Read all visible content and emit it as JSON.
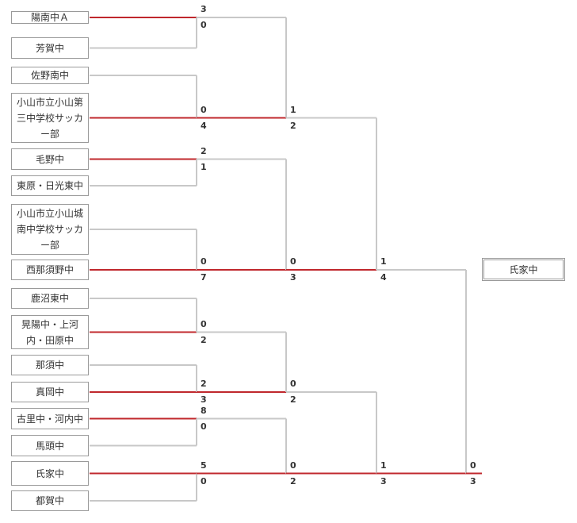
{
  "colors": {
    "winner_line": "#c0282d",
    "loser_line": "#c8c8c8",
    "box_border": "#9a9a9a"
  },
  "teams": [
    "陽南中Ａ",
    "芳賀中",
    "佐野南中",
    "小山市立小山第三中学校サッカー部",
    "毛野中",
    "東原・日光東中",
    "小山市立小山城南中学校サッカー部",
    "西那須野中",
    "鹿沼東中",
    "晃陽中・上河内・田原中",
    "那須中",
    "真岡中",
    "古里中・河内中",
    "馬頭中",
    "氏家中",
    "都賀中"
  ],
  "rounds": [
    [
      [
        3,
        0
      ],
      [
        0,
        4
      ],
      [
        2,
        1
      ],
      [
        0,
        7
      ],
      [
        0,
        2
      ],
      [
        2,
        3
      ],
      [
        8,
        0
      ],
      [
        5,
        0
      ]
    ],
    [
      [
        1,
        2
      ],
      [
        0,
        3
      ],
      [
        0,
        2
      ],
      [
        0,
        2
      ]
    ],
    [
      [
        1,
        4
      ],
      [
        1,
        3
      ]
    ],
    [
      [
        0,
        3
      ]
    ]
  ],
  "champion": "氏家中"
}
